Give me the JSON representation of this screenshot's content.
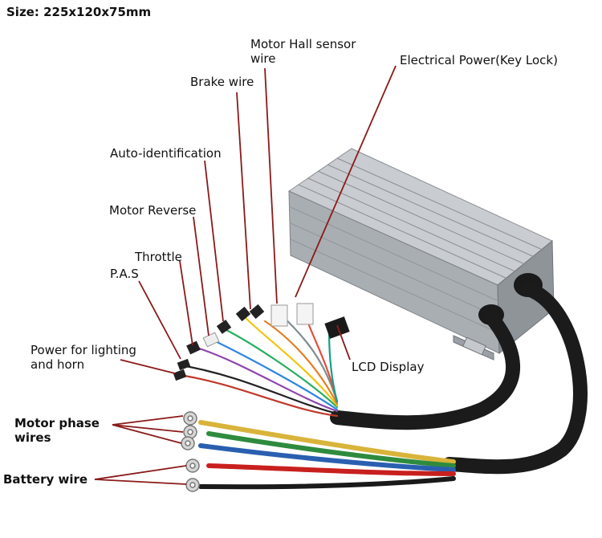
{
  "title": "Size: 225x120x75mm",
  "labels": {
    "motor_hall": [
      "Motor Hall sensor",
      "wire"
    ],
    "electrical_power": "Electrical Power(Key Lock)",
    "brake_wire": "Brake wire",
    "auto_identification": "Auto-identification",
    "motor_reverse": "Motor Reverse",
    "throttle": "Throttle",
    "pas": "P.A.S",
    "power_lighting": [
      "Power for lighting",
      "and horn"
    ],
    "lcd_display": "LCD Display",
    "motor_phase": [
      "Motor phase",
      "wires"
    ],
    "battery_wire": "Battery wire"
  },
  "colors": {
    "annotation_line": "#8b1a1a",
    "housing": "#a9aeb2",
    "housing_dark": "#7d8287",
    "cable": "#1b1b1b",
    "phase_yellow": "#d9b43a",
    "phase_green": "#2e8b3e",
    "phase_blue": "#2a5fb0",
    "battery_red": "#c8201e",
    "battery_black": "#1a1a1a"
  }
}
